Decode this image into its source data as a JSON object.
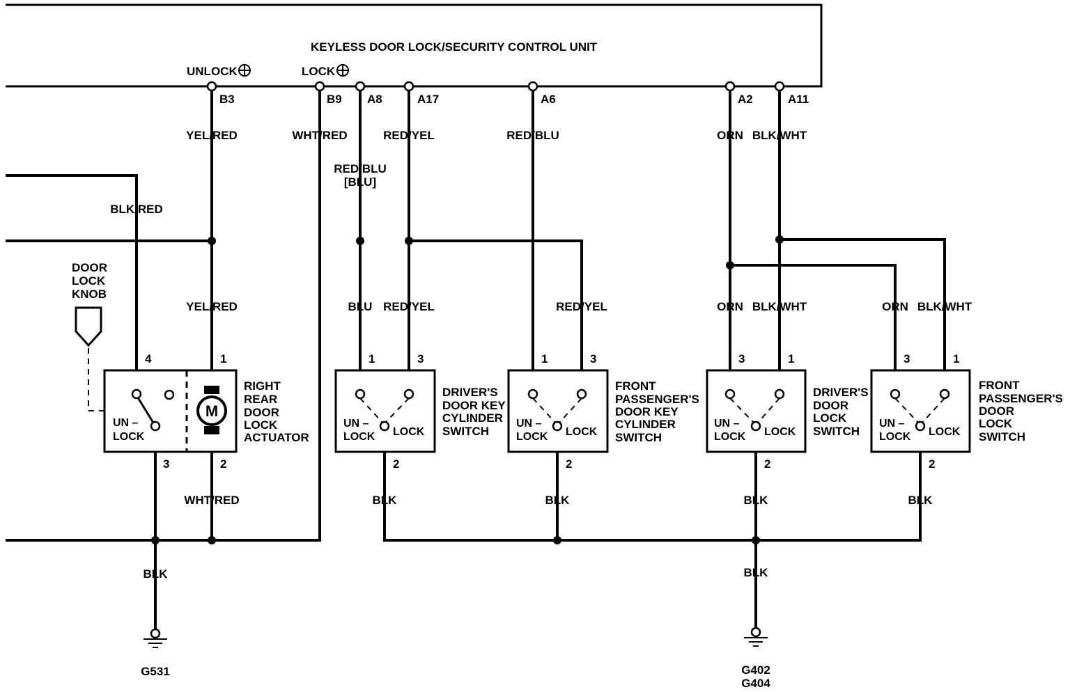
{
  "control_unit": {
    "title": "KEYLESS DOOR LOCK/SECURITY CONTROL UNIT",
    "unlock_label": "UNLOCK",
    "lock_label": "LOCK",
    "pins": {
      "b3": "B3",
      "b9": "B9",
      "a8": "A8",
      "a17": "A17",
      "a6": "A6",
      "a2": "A2",
      "a11": "A11"
    }
  },
  "wires": {
    "yel_red_top": "YEL/RED",
    "wht_red_top": "WHT/RED",
    "red_yel_top": "RED/YEL",
    "red_blu_top": "RED/BLU",
    "orn_top": "ORN",
    "blk_wht_top": "BLK/WHT",
    "red_blu_a8": "RED/BLU",
    "blu_a8_alt": "[BLU]",
    "blk_red": "BLK/RED",
    "yel_red_low": "YEL/RED",
    "blu_low": "BLU",
    "red_yel_low1": "RED/YEL",
    "red_yel_low2": "RED/YEL",
    "orn_low1": "ORN",
    "blk_wht_low1": "BLK/WHT",
    "orn_low2": "ORN",
    "blk_wht_low2": "BLK/WHT",
    "wht_red_bottom": "WHT/RED",
    "blk_g531": "BLK",
    "blk_s1": "BLK",
    "blk_s2": "BLK",
    "blk_s3": "BLK",
    "blk_s4": "BLK",
    "blk_g402": "BLK"
  },
  "door_lock_knob": [
    "DOOR",
    "LOCK",
    "KNOB"
  ],
  "actuator": {
    "label": [
      "RIGHT",
      "REAR",
      "DOOR",
      "LOCK",
      "ACTUATOR"
    ],
    "motor": "M",
    "unlock_text": [
      "UN –",
      "LOCK"
    ],
    "pins": {
      "p4": "4",
      "p1": "1",
      "p3": "3",
      "p2": "2"
    }
  },
  "switches": [
    {
      "label": [
        "DRIVER'S",
        "DOOR KEY",
        "CYLINDER",
        "SWITCH"
      ],
      "pin_left": "1",
      "pin_right": "3",
      "pin_bottom": "2",
      "unlock": [
        "UN –",
        "LOCK"
      ],
      "lock": "LOCK"
    },
    {
      "label": [
        "FRONT",
        "PASSENGER'S",
        "DOOR KEY",
        "CYLINDER",
        "SWITCH"
      ],
      "pin_left": "1",
      "pin_right": "3",
      "pin_bottom": "2",
      "unlock": [
        "UN –",
        "LOCK"
      ],
      "lock": "LOCK"
    },
    {
      "label": [
        "DRIVER'S",
        "DOOR",
        "LOCK",
        "SWITCH"
      ],
      "pin_left": "3",
      "pin_right": "1",
      "pin_bottom": "2",
      "unlock": [
        "UN –",
        "LOCK"
      ],
      "lock": "LOCK"
    },
    {
      "label": [
        "FRONT",
        "PASSENGER'S",
        "DOOR",
        "LOCK",
        "SWITCH"
      ],
      "pin_left": "3",
      "pin_right": "1",
      "pin_bottom": "2",
      "unlock": [
        "UN –",
        "LOCK"
      ],
      "lock": "LOCK"
    }
  ],
  "grounds": {
    "g531": "G531",
    "g402": "G402",
    "g404": "G404"
  }
}
